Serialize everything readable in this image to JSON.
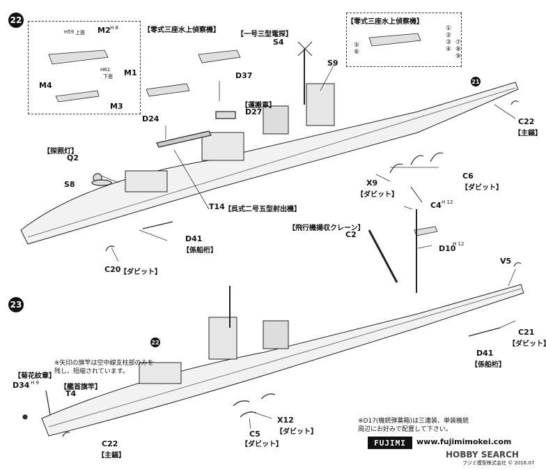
{
  "steps": {
    "a": "22",
    "b": "23"
  },
  "refs": {
    "r21": "21",
    "r22": "22"
  },
  "step22": {
    "zero_recon_title": "【零式三座水上偵察機】",
    "zero_recon_inset_title": "【零式三座水上偵察機】",
    "radar_title": "【一号三型電探】",
    "transport_title": "【運搬車】",
    "searchlight_title": "【探照灯】",
    "catapult_label": "【呉式二号五型射出機】",
    "davit_label": "【ダビット】",
    "mooring_label": "【係船桁】",
    "anchor_label": "【主錨】",
    "parts": {
      "M2": "M2",
      "H8": "H 8",
      "M1": "M1",
      "M4": "M4",
      "M3": "M3",
      "H59": "H59",
      "H61": "H61",
      "upper": "上面",
      "lower": "下面",
      "S4": "S4",
      "S9": "S9",
      "D37": "D37",
      "D27": "D27",
      "D24": "D24",
      "Q2": "Q2",
      "S8": "S8",
      "X9": "X9",
      "C6": "C6",
      "C22": "C22",
      "T14": "T14",
      "D41": "D41",
      "C20": "C20"
    },
    "inset_numbers": [
      "①",
      "②",
      "③",
      "④",
      "⑤",
      "⑥",
      "⑦",
      "⑧",
      "⑨"
    ]
  },
  "step23": {
    "crane_title": "【飛行機揚収クレーン】",
    "chrysanthemum_title": "【菊花紋章】",
    "bow_flag_title": "【艦首旗竿】",
    "davit_label": "【ダビット】",
    "mooring_label": "【係船桁】",
    "anchor_label": "【主錨】",
    "note_lines": [
      "※矢印の旗竿は空中線支柱部のみを",
      "残し、短縮されています。"
    ],
    "parts": {
      "C4": "C4",
      "H12a": "H 12",
      "C2": "C2",
      "D10": "D10",
      "H12b": "H 12",
      "V5": "V5",
      "C21": "C21",
      "D41": "D41",
      "D34": "D34",
      "H9": "H 9",
      "T4": "T4",
      "X12": "X12",
      "C5": "C5",
      "C22": "C22"
    },
    "bottom_note_lines": [
      "※D17(機銃弾薬箱)は三連装、単装機銃",
      "周辺にお好みで配置して下さい。"
    ]
  },
  "footer": {
    "brand": "FUJIMI",
    "url": "www.fujimimokei.com",
    "watermark": "HOBBY SEARCH",
    "copyright": "フジミ模型株式会社 © 2016.07"
  }
}
